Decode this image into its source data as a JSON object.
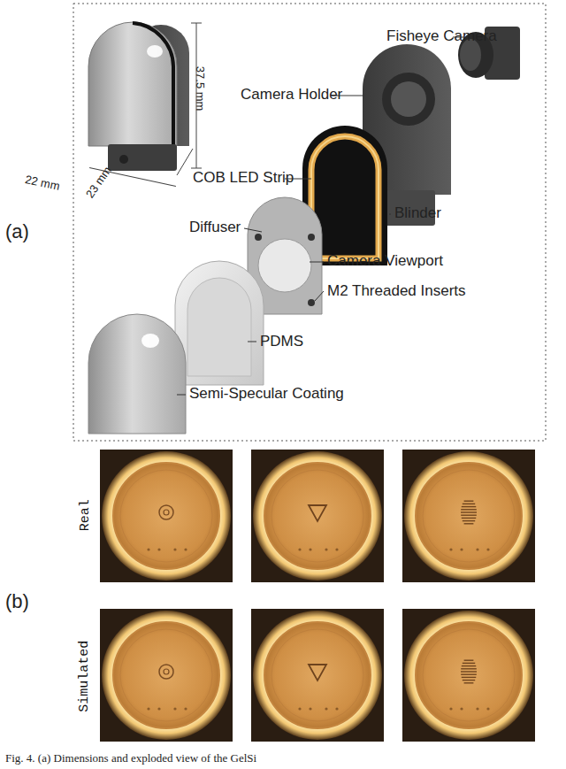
{
  "diagram": {
    "caption": "Fig. 4. (a) Dimensions and exploded view of the GelSi",
    "labels": [
      "37.5 mm",
      "23 mm",
      "22 mm",
      "Fisheye Camera",
      "Camera Holder",
      "COB LED Strip",
      "Blinder",
      "Diffuser",
      "Camera Viewport",
      "M2 Threaded Inserts",
      "PDMS",
      "Semi-Specular Coating",
      "(a)",
      "(b)",
      "Real",
      "Simulated"
    ]
  }
}
